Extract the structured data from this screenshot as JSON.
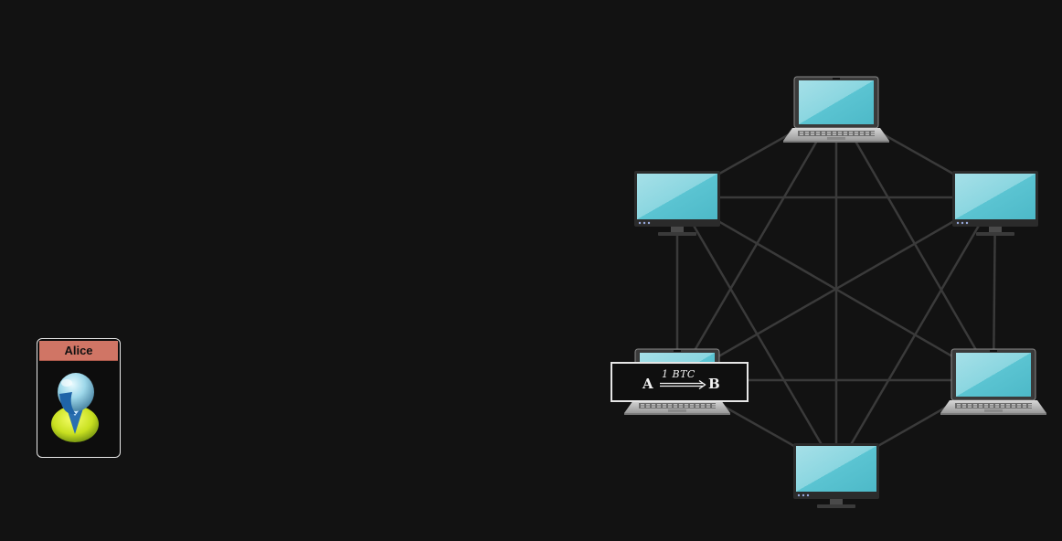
{
  "user": {
    "name": "Alice",
    "icon": "user-avatar-icon"
  },
  "transaction": {
    "from": "A",
    "to": "B",
    "amount": "1 BTC"
  },
  "network": {
    "nodes": [
      {
        "id": "node-top",
        "device": "laptop"
      },
      {
        "id": "node-upper-left",
        "device": "monitor"
      },
      {
        "id": "node-upper-right",
        "device": "monitor"
      },
      {
        "id": "node-lower-left",
        "device": "laptop"
      },
      {
        "id": "node-lower-right",
        "device": "laptop"
      },
      {
        "id": "node-bottom",
        "device": "monitor"
      }
    ],
    "topology": "fully-connected"
  },
  "colors": {
    "background": "#121212",
    "screen": "#5bc4d2",
    "link": "#3a3a3a",
    "name_tag": "#d07565"
  }
}
